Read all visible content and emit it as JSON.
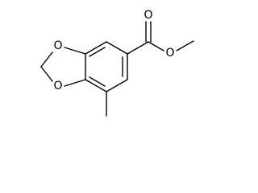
{
  "molecule": {
    "atoms": {
      "o_carbonyl": "O",
      "o_ester": "O",
      "o_dioxole_top": "O",
      "o_dioxole_bottom": "O"
    },
    "colors": {
      "bond": "#000000",
      "label": "#000000",
      "background": "#ffffff"
    }
  }
}
